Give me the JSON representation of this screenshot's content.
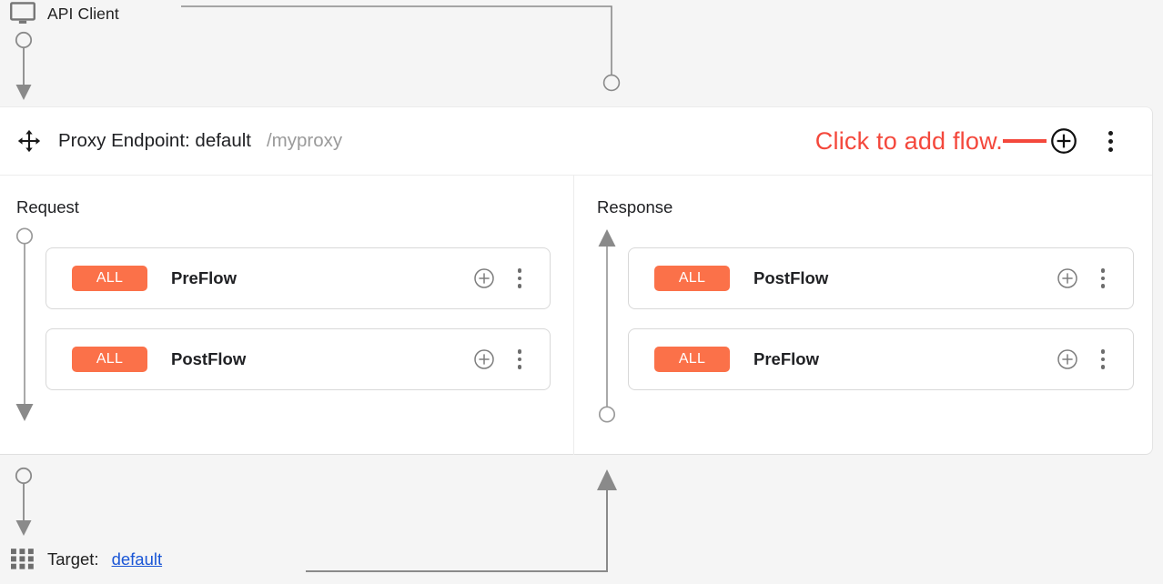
{
  "client": {
    "label": "API Client",
    "icon": "monitor-icon"
  },
  "proxy_endpoint": {
    "move_icon": "move-handle-icon",
    "title": "Proxy Endpoint: default",
    "basepath": "/myproxy",
    "annotation": "Click to add flow.",
    "annotation_color": "#f4483c",
    "add_flow_icon": "plus-circle-icon",
    "overflow_menu_icon": "more-vert-icon"
  },
  "columns": [
    {
      "title": "Request",
      "direction": "down",
      "flows": [
        {
          "badge": "ALL",
          "name": "PreFlow",
          "add_icon": "plus-circle-icon",
          "menu_icon": "more-vert-icon"
        },
        {
          "badge": "ALL",
          "name": "PostFlow",
          "add_icon": "plus-circle-icon",
          "menu_icon": "more-vert-icon"
        }
      ]
    },
    {
      "title": "Response",
      "direction": "up",
      "flows": [
        {
          "badge": "ALL",
          "name": "PostFlow",
          "add_icon": "plus-circle-icon",
          "menu_icon": "more-vert-icon"
        },
        {
          "badge": "ALL",
          "name": "PreFlow",
          "add_icon": "plus-circle-icon",
          "menu_icon": "more-vert-icon"
        }
      ]
    }
  ],
  "target": {
    "icon": "grid-icon",
    "label": "Target:",
    "link": "default"
  },
  "colors": {
    "badge_orange": "#fb7149",
    "annotation_red": "#f4483c",
    "link_blue": "#1a56d6",
    "connector_gray": "#8a8a8a",
    "panel_white": "#ffffff",
    "canvas_gray": "#f5f5f5"
  }
}
